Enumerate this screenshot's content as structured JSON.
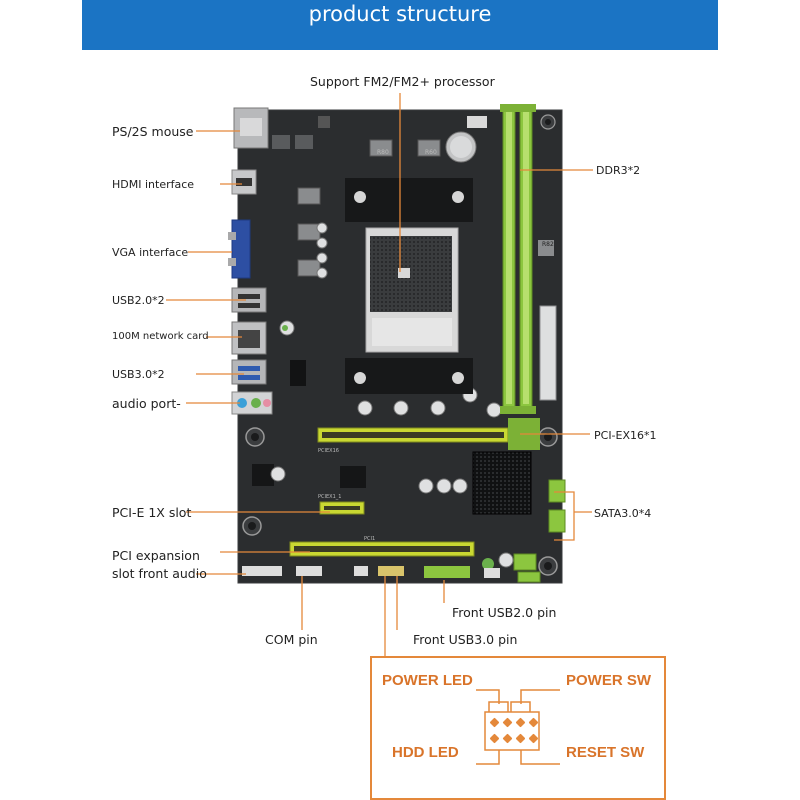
{
  "banner": {
    "title": "product structure"
  },
  "labels": {
    "processor": "Support FM2/FM2+ processor",
    "ps2": "PS/2S mouse",
    "hdmi": "HDMI interface",
    "vga": "VGA interface",
    "usb20_back": "USB2.0*2",
    "network": "100M network card",
    "usb30_back": "USB3.0*2",
    "audio": "audio port-",
    "pcie1x": "PCI-E  1X slot",
    "pci_exp_1": "PCI expansion",
    "pci_exp_2": "slot front audio",
    "com": "COM pin",
    "front_usb30": "Front USB3.0 pin",
    "front_usb20": "Front USB2.0 pin",
    "ddr3": "DDR3*2",
    "pciex16": "PCI-EX16*1",
    "sata": "SATA3.0*4"
  },
  "pin_header": {
    "power_led": "POWER LED",
    "power_sw": "POWER SW",
    "hdd_led": "HDD  LED",
    "reset_sw": "RESET SW"
  },
  "board_marks": {
    "r80": "R80",
    "r60": "R60",
    "r82": "R82",
    "pciex16": "PCIEX16",
    "pci1": "PCI1",
    "pciex1": "PCIEX1_1"
  },
  "colors": {
    "banner": "#1b74c4",
    "leader": "#e4883a",
    "pcb": "#2b2d2f",
    "dimm_green": "#8cc63f",
    "slot_yellow": "#c9d832"
  }
}
